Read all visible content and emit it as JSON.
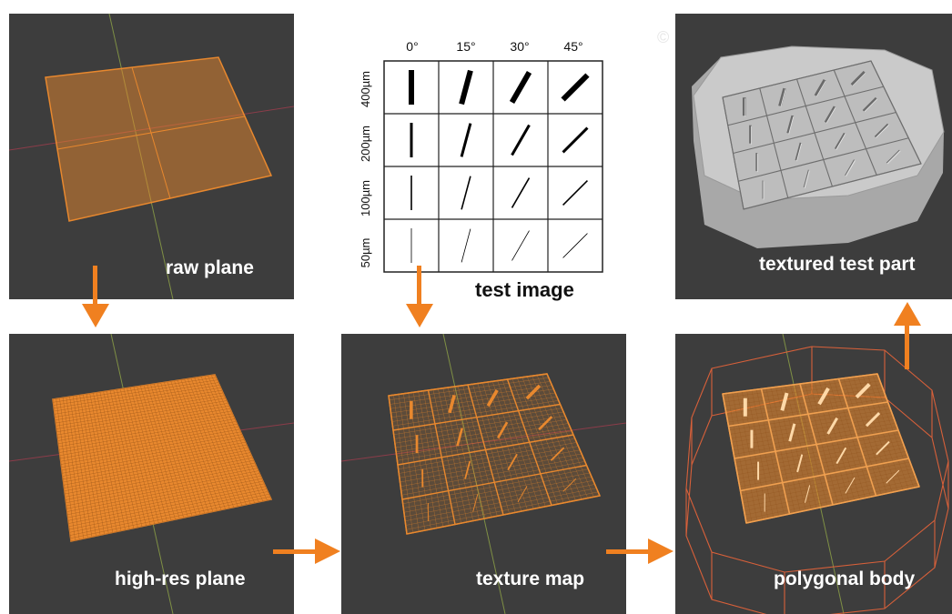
{
  "panels": {
    "raw_plane": {
      "label": "raw plane"
    },
    "high_res_plane": {
      "label": "high-res plane"
    },
    "texture_map": {
      "label": "texture map"
    },
    "polygonal_body": {
      "label": "polygonal body"
    },
    "textured_test_part": {
      "label": "textured test part"
    }
  },
  "test_image": {
    "caption": "test image",
    "angles": [
      "0°",
      "15°",
      "30°",
      "45°"
    ],
    "widths": [
      "400µm",
      "200µm",
      "100µm",
      "50µm"
    ]
  },
  "watermark": "©",
  "colors": {
    "viewport_bg": "#3d3d3d",
    "mesh_orange": "#e8882e",
    "arrow_orange": "#f08020",
    "part_gray": "#c9c9c9",
    "axis_green": "#8aa34a",
    "axis_red": "#a04050"
  }
}
